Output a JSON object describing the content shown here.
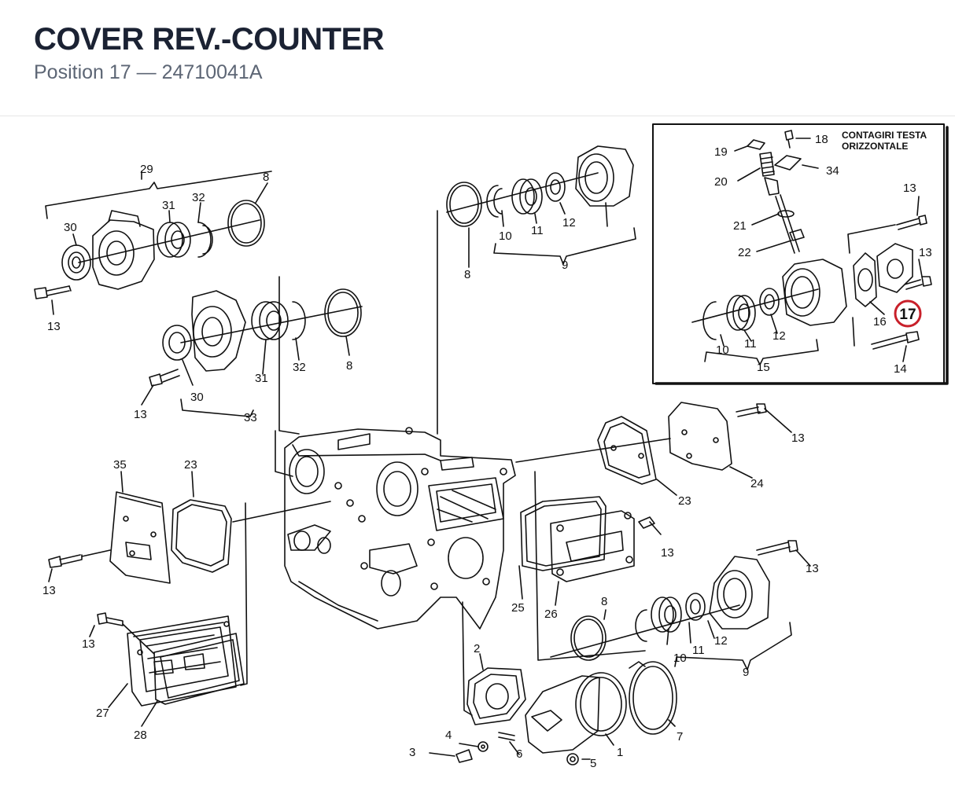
{
  "header": {
    "title": "COVER REV.-COUNTER",
    "subtitle": "Position 17 — 24710041A"
  },
  "diagram": {
    "inset_note_line1": "CONTAGIRI TESTA",
    "inset_note_line2": "ORIZZONTALE",
    "highlight": {
      "label": "17",
      "color": "#c8202a"
    },
    "labels": {
      "p29": "29",
      "p8a": "8",
      "p30a": "30",
      "p31a": "31",
      "p32a": "32",
      "p13a": "13",
      "p30b": "30",
      "p31b": "31",
      "p32b": "32",
      "p8b": "8",
      "p13b": "13",
      "p33": "33",
      "p8c": "8",
      "p10a": "10",
      "p11a": "11",
      "p12a": "12",
      "p9a": "9",
      "p19": "19",
      "p18": "18",
      "p20": "20",
      "p34": "34",
      "p21": "21",
      "p22": "22",
      "p13c": "13",
      "p13d": "13",
      "p10b": "10",
      "p11b": "11",
      "p12b": "12",
      "p16": "16",
      "p15": "15",
      "p14": "14",
      "p13e": "13",
      "p24": "24",
      "p23a": "23",
      "p35": "35",
      "p23b": "23",
      "p13f": "13",
      "p13g": "13",
      "p13h": "13",
      "p25": "25",
      "p26": "26",
      "p8d": "8",
      "p10c": "10",
      "p11c": "11",
      "p12c": "12",
      "p9b": "9",
      "p13i": "13",
      "p27": "27",
      "p28": "28",
      "p2": "2",
      "p4": "4",
      "p3": "3",
      "p6": "6",
      "p5": "5",
      "p1": "1",
      "p7": "7"
    }
  }
}
